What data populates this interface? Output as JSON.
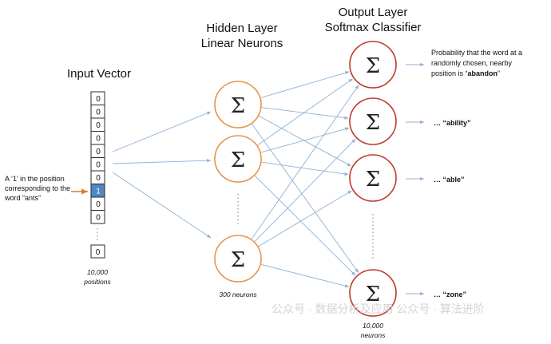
{
  "titles": {
    "input": "Input Vector",
    "hidden_1": "Hidden Layer",
    "hidden_2": "Linear Neurons",
    "output_1": "Output Layer",
    "output_2": "Softmax Classifier"
  },
  "input": {
    "cells": [
      "0",
      "0",
      "0",
      "0",
      "0",
      "0",
      "0",
      "1",
      "0",
      "0"
    ],
    "active_index": 7,
    "last_cell": "0",
    "count_1": "10,000",
    "count_2": "positions",
    "annotation": [
      "A ‘1’ in the position",
      "corresponding to the",
      "word “ants”"
    ]
  },
  "hidden": {
    "count": "300 neurons",
    "symbol": "Σ"
  },
  "output": {
    "symbol": "Σ",
    "count_1": "10,000",
    "count_2": "neurons",
    "prob_lines": [
      "Probability that the word at a",
      "randomly chosen, nearby",
      "position is “"
    ],
    "prob_bold": "abandon",
    "prob_close": "”",
    "labels": [
      "… “ability”",
      "… “able”",
      "… “zone”"
    ]
  },
  "watermark": "公众号 · 数据分析及应用  公众号 · 算法进阶",
  "colors": {
    "hidden_stroke": "#e8944a",
    "output_stroke": "#c0392b",
    "connection": "#8fb0d6",
    "active_cell": "#4f86c6",
    "annotation_arrow": "#e07a2e"
  }
}
